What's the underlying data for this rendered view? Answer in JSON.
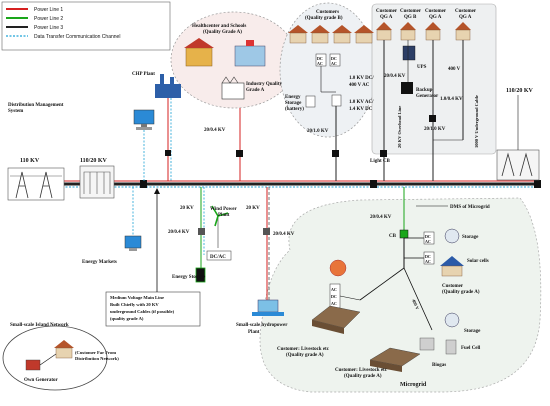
{
  "legend": {
    "items": [
      {
        "label": "Power Line 1",
        "color": "#d62020"
      },
      {
        "label": "Power Line 2",
        "color": "#1aa61a"
      },
      {
        "label": "Power Line 3",
        "color": "#222222"
      },
      {
        "label": "Data Transfer Communication Channel",
        "color": "#1fa3d6"
      }
    ]
  },
  "labels": {
    "kv110": "110 KV",
    "kv110_20": "110/20 KV",
    "kv110_20_right": "110/20 KV",
    "chp": "CHP Plant",
    "dms": "Distribution Management System",
    "health": "Healthcenter and Schools (Quality Grade A)",
    "industry": "Industry Quality Grade A",
    "cust_b": "Customers (Quality grade B)",
    "dcdc": "1.0 KV DC/ 400 V AC",
    "acdc": "1.0 KV AC/ 1.4 KV DC",
    "energy_storage_battery": "Energy Storage (battery)",
    "kv20_04_a": "20/0.4 KV",
    "kv20_10_a": "20/1.0 KV",
    "kv20_04_b": "20/0.4 KV",
    "kv20_10_b": "20/1.0 KV",
    "kv1_04": "1.0/0.4 KV",
    "v400": "400 V",
    "cust_qga1": "Customer QG A",
    "cust_qgb": "Customer QG B",
    "cust_qga2": "Customer QG A",
    "cust_qga3": "Customer QG A",
    "ups": "UPS",
    "backup": "Backup Generator",
    "overhead": "20 KV Overhead Line",
    "underground": "1000 V Underground Cable",
    "light_cb": "Light CB",
    "kv20_a": "20 KV",
    "kv20_b": "20 KV",
    "wind": "Wind Power Plant",
    "kv20_04_c": "20/0.4 KV",
    "kv20_04_d": "20/0.4 KV",
    "dcac": "DC/AC",
    "energy_storage": "Energy Storage",
    "energy_markets": "Energy Markets",
    "mv_main": "Medium Voltage Main Line Built Chiefly with 20 KV underground Cables (if possible) (quality grade A)",
    "small_hydro": "Small-scale hydropower Plant",
    "dms_micro": "DMS of Microgrid",
    "kv20_04_e": "20/0.4 KV",
    "cb": "CB",
    "storage1": "Storage",
    "solar": "Solar cells",
    "cust_mg": "Customer (Quality grade A)",
    "v400_mg": "400 V",
    "storage2": "Storage",
    "fuel_cell": "Fuel Cell",
    "biogas": "Biogas",
    "livestock1": "Customer: Livestock etc (Quality grade A)",
    "livestock2": "Customer: Livestock etc (Quality grade A)",
    "microgrid": "Microgrid",
    "island": "Small-scale Island Network",
    "cust_far": "(Customer Far From Distribution Network)",
    "own_gen": "Own Generator",
    "dc_ac_mini_1": "DC",
    "dc_ac_mini_2": "AC"
  }
}
